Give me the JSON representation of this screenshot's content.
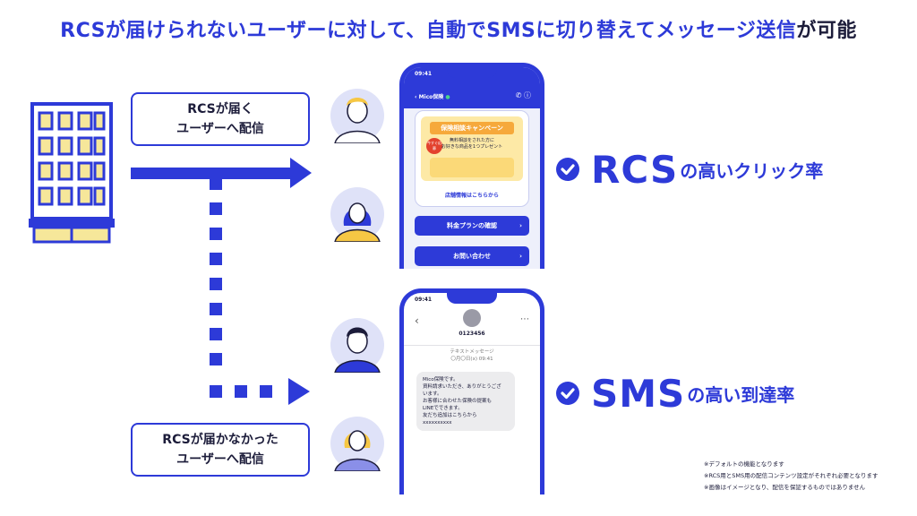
{
  "headline": {
    "blue": "RCSが届けられないユーザーに対して、自動でSMSに切り替えてメッセージ送信",
    "dark": "が可能"
  },
  "boxes": {
    "rcs": [
      "RCSが届く",
      "ユーザーへ配信"
    ],
    "sms": [
      "RCSが届かなかった",
      "ユーザーへ配信"
    ]
  },
  "rcs_phone": {
    "time": "09:41",
    "title": "Mico保険",
    "campaign_title": "保険相談キャンペーン",
    "campaign_text": [
      "無料相談をされた方に",
      "お好きな商品を1つプレゼント"
    ],
    "badge": "今すぐ応募",
    "link": "店舗情報はこちらから",
    "buttons": [
      "料金プランの確認",
      "お問い合わせ"
    ]
  },
  "sms_phone": {
    "time": "09:41",
    "number": "0123456",
    "meta": [
      "テキストメッセージ",
      "〇月〇日(x) 09:41"
    ],
    "message": [
      "Mico保険です。",
      "資料請求いただき、ありがとうござ",
      "います。",
      "お客様に合わせた保険の提案も",
      "LINEでできます。",
      "友だち追加はこちらから",
      "xxxxxxxxxx"
    ]
  },
  "benefits": {
    "rcs": {
      "big": "RCS",
      "small": "の高いクリック率"
    },
    "sms": {
      "big": "SMS",
      "small": "の高い到達率"
    }
  },
  "footnotes": [
    "※デフォルトの機能となります",
    "※RCS用とSMS用の配信コンテンツ設定がそれぞれ必要となります",
    "※画像はイメージとなり、配信を保証するものではありません"
  ],
  "colors": {
    "primary": "#2d3ad8",
    "dark": "#1c1c3a",
    "accent_yellow": "#f6c744",
    "avatar_bg": "#dfe2f8"
  }
}
